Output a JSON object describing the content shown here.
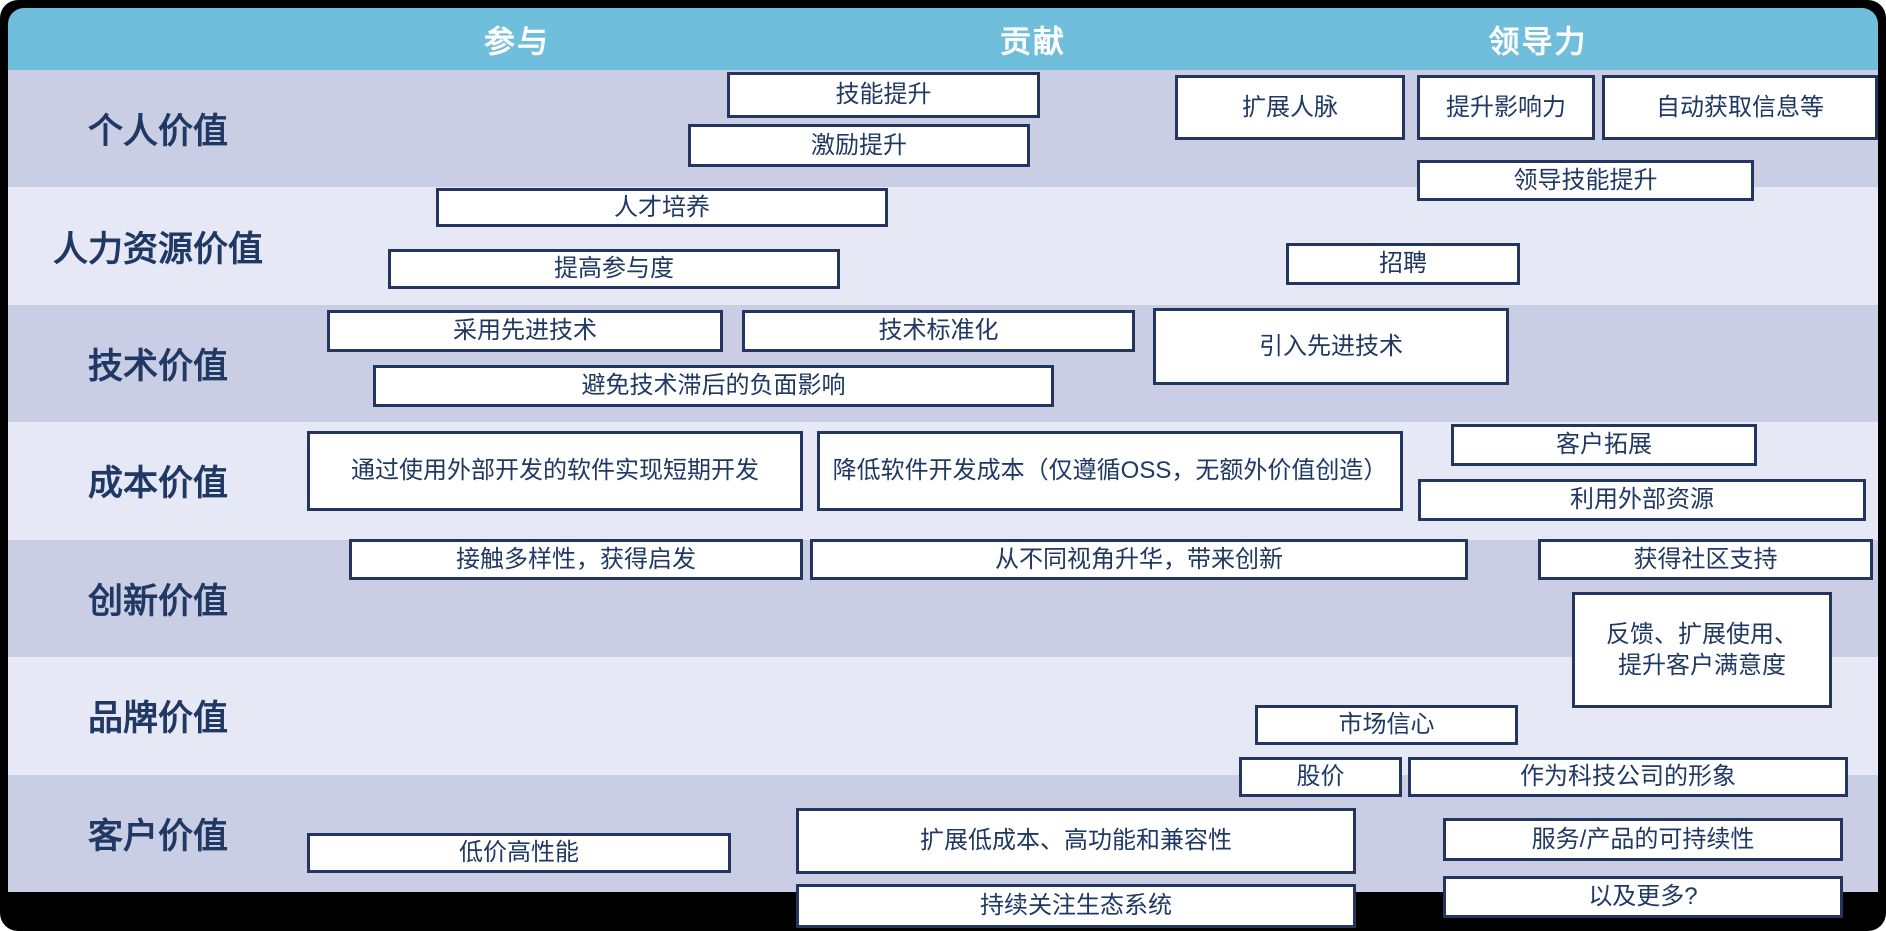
{
  "header": {
    "participation": "参与",
    "contribution": "贡献",
    "leadership": "领导力"
  },
  "row_labels": [
    "个人价值",
    "人力资源价值",
    "技术价值",
    "成本价值",
    "创新价值",
    "品牌价值",
    "客户价值"
  ],
  "boxes": {
    "skill_improvement": "技能提升",
    "incentive_improvement": "激励提升",
    "expand_network": "扩展人脉",
    "increase_influence": "提升影响力",
    "auto_acquire_info": "自动获取信息等",
    "leadership_skill_improvement": "领导技能提升",
    "talent_development": "人才培养",
    "increase_engagement": "提高参与度",
    "recruiting": "招聘",
    "adopt_advanced_tech": "采用先进技术",
    "tech_standardization": "技术标准化",
    "introduce_advanced_tech": "引入先进技术",
    "avoid_tech_lag": "避免技术滞后的负面影响",
    "short_term_dev_external_software": "通过使用外部开发的软件实现短期开发",
    "reduce_dev_cost": "降低软件开发成本（仅遵循OSS，无额外价值创造）",
    "customer_expansion": "客户拓展",
    "leverage_external_resources": "利用外部资源",
    "diversity_inspiration": "接触多样性，获得启发",
    "new_perspectives_innovation": "从不同视角升华，带来创新",
    "community_support": "获得社区支持",
    "feedback_usage_satisfaction": "反馈、扩展使用、\n提升客户满意度",
    "market_confidence": "市场信心",
    "stock_price": "股价",
    "tech_company_image": "作为科技公司的形象",
    "low_price_high_performance": "低价高性能",
    "expand_low_cost_features_compat": "扩展低成本、高功能和兼容性",
    "service_product_sustainability": "服务/产品的可持续性",
    "ecosystem_focus": "持续关注生态系统",
    "and_more": "以及更多?"
  },
  "colors": {
    "background": "#000000",
    "header_bg": "#6FBEDB",
    "row_band_dark": "#C9CEE5",
    "row_band_light": "#E6E9F5",
    "box_bg": "#FFFFFF",
    "box_border": "#24365F",
    "text": "#1F3864",
    "header_text": "#FFFFFF"
  }
}
